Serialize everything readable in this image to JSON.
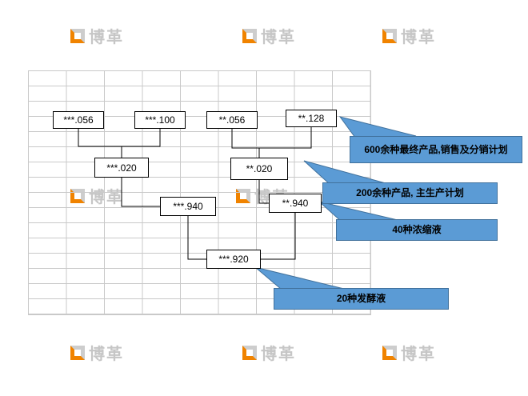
{
  "watermark": {
    "text": "博革"
  },
  "diagram": {
    "nodes": [
      {
        "label": "***.056"
      },
      {
        "label": "***.100"
      },
      {
        "label": "**.056"
      },
      {
        "label": "**.128"
      },
      {
        "label": "***.020"
      },
      {
        "label": "**.020"
      },
      {
        "label": "***.940"
      },
      {
        "label": "**.940"
      },
      {
        "label": "***.920"
      }
    ],
    "callouts": [
      {
        "label": "600余种最终产品,销售及分销计划"
      },
      {
        "label": "200余种产品, 主生产计划"
      },
      {
        "label": "40种浓缩液"
      },
      {
        "label": "20种发酵液"
      }
    ],
    "colors": {
      "callout_fill": "#5b9bd5",
      "callout_border": "#41719c",
      "logo_orange": "#f08300",
      "watermark_gray": "#c6c6c6",
      "grid_line": "#c9c9c9"
    }
  }
}
